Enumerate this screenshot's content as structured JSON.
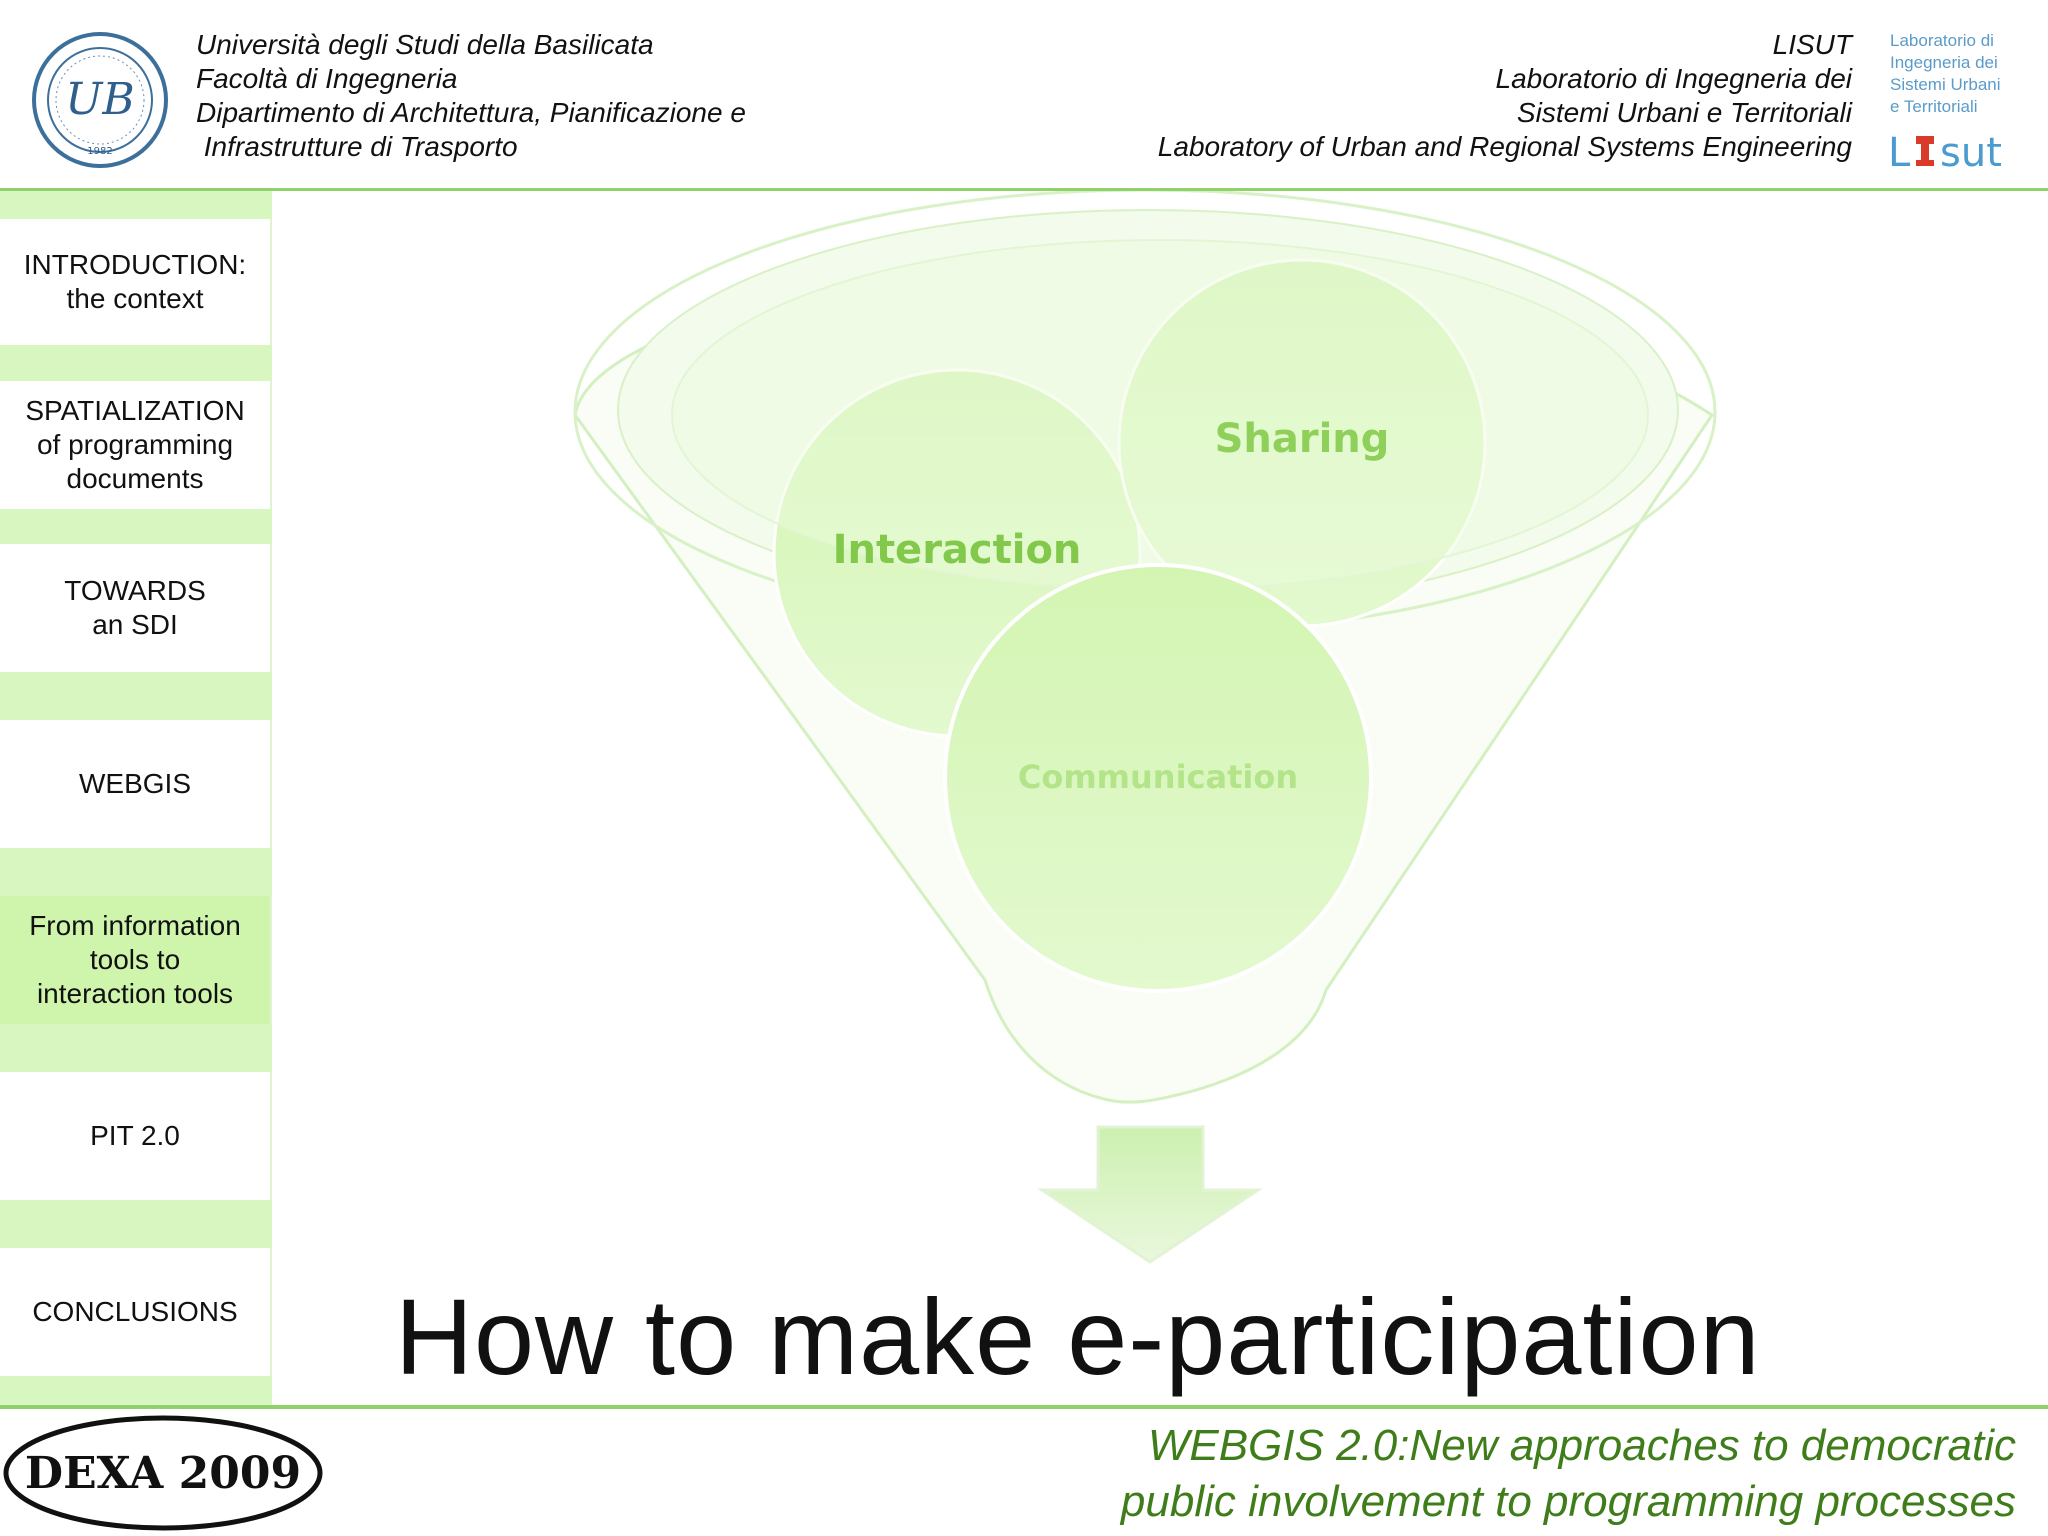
{
  "header": {
    "university_lines": [
      "Università degli Studi della Basilicata",
      "Facoltà di Ingegneria",
      "Dipartimento di Architettura, Pianificazione e",
      " Infrastrutture di Trasporto"
    ],
    "lab_lines": [
      "LISUT",
      "Laboratorio di Ingegneria dei",
      "Sistemi Urbani e Territoriali",
      "Laboratory of Urban and Regional Systems Engineering"
    ],
    "lab_logo_lines": [
      "Laboratorio di",
      "Ingegneria dei",
      "Sistemi Urbani",
      "e Territoriali"
    ],
    "lab_logo_mark": "LISUT",
    "univ_logo_letters": "UB",
    "univ_logo_year": "1982"
  },
  "sidebar": {
    "items": [
      {
        "label": "INTRODUCTION:\nthe context",
        "active": false
      },
      {
        "label": "SPATIALIZATION\nof programming\ndocuments",
        "active": false
      },
      {
        "label": "TOWARDS\nan SDI",
        "active": false
      },
      {
        "label": "WEBGIS",
        "active": false
      },
      {
        "label": "From information\ntools to\ninteraction tools",
        "active": true
      },
      {
        "label": "PIT 2.0",
        "active": false
      },
      {
        "label": "CONCLUSIONS",
        "active": false
      }
    ]
  },
  "diagram": {
    "circles": [
      "Sharing",
      "Interaction",
      "Communication"
    ],
    "title": "How to make e-participation"
  },
  "footer": {
    "dexa_label": "DEXA 2009",
    "subtitle_lines": [
      "WEBGIS 2.0:New approaches to democratic",
      "public involvement to programming processes"
    ]
  },
  "colors": {
    "accent_green": "#8fd16a",
    "sidebar_bg": "#d8f7c0",
    "active_item": "#cff5ad",
    "circle_fill": "#d6f7b8",
    "circle_text": "#7cc24a",
    "footer_text": "#3f7d1a"
  }
}
